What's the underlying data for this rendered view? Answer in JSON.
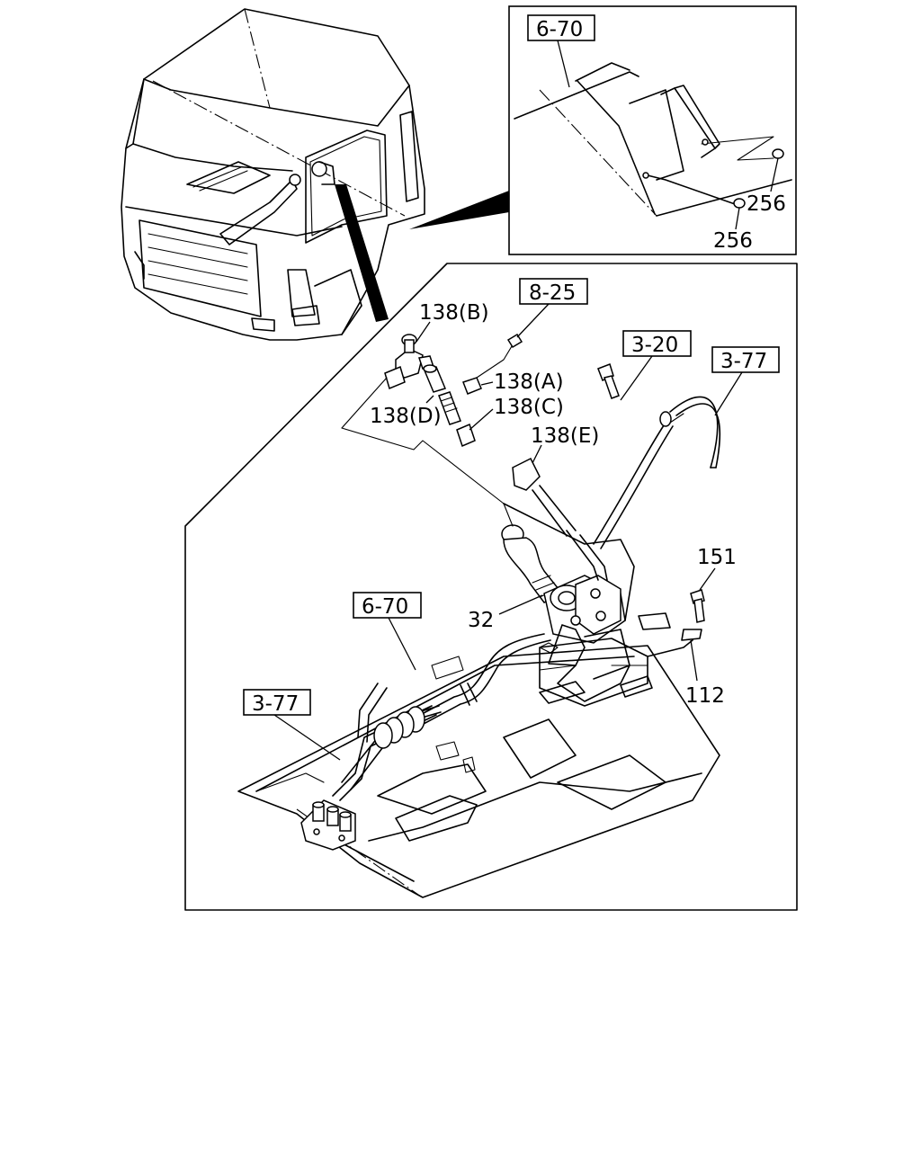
{
  "refs": {
    "inset_6_70": "6-70",
    "box_8_25": "8-25",
    "box_3_20": "3-20",
    "box_3_77_top": "3-77",
    "box_6_70": "6-70",
    "box_3_77_left": "3-77"
  },
  "parts": {
    "p256_a": "256",
    "p256_b": "256",
    "p138_B": "138(B)",
    "p138_A": "138(A)",
    "p138_C": "138(C)",
    "p138_D": "138(D)",
    "p138_E": "138(E)",
    "p151": "151",
    "p32": "32",
    "p112": "112"
  }
}
